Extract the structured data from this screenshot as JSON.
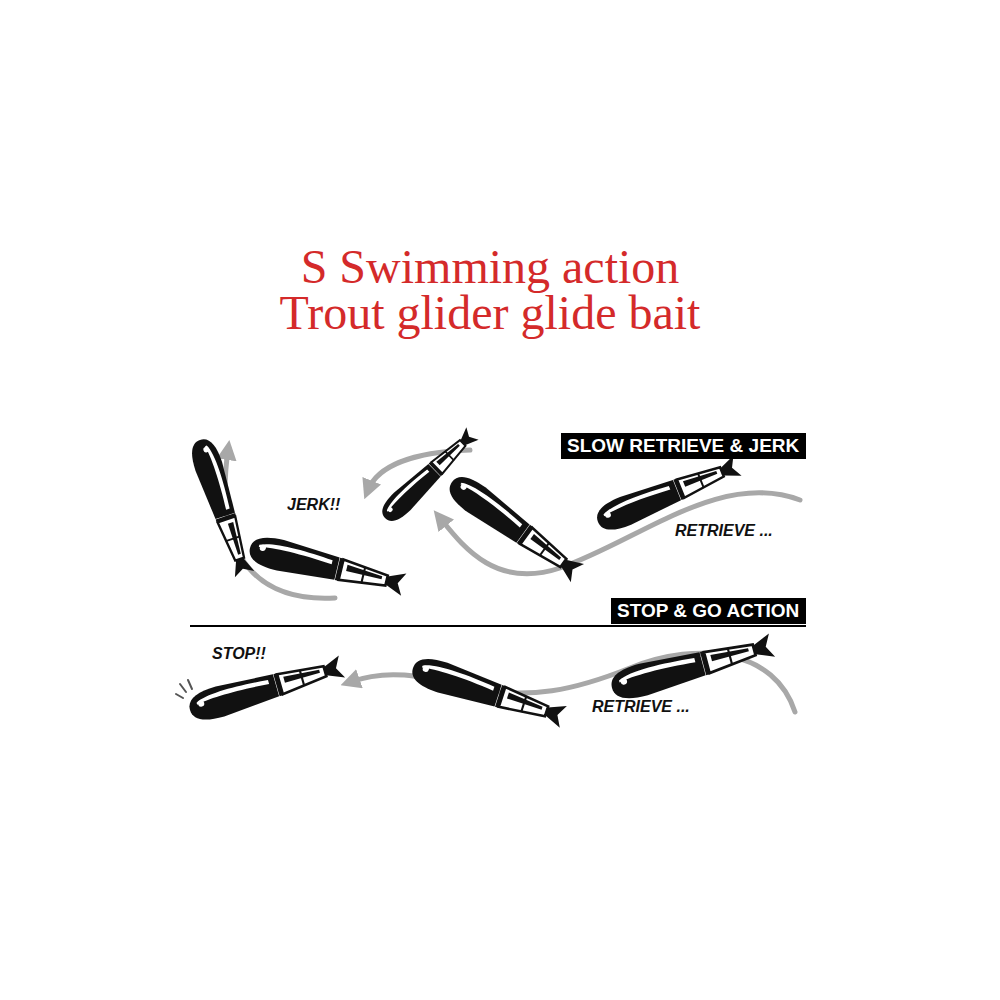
{
  "diagram": {
    "title": "S Swimming action Trout glider glide bait",
    "nodes": [
      {
        "text": [
          "SLOW RETRIEVE & JERK"
        ]
      },
      {
        "text": [
          "STOP & GO ACTION"
        ]
      }
    ],
    "labels": [
      "JERK!!",
      "RETRIEVE ...",
      "STOP!!",
      "RETRIEVE ..."
    ]
  }
}
